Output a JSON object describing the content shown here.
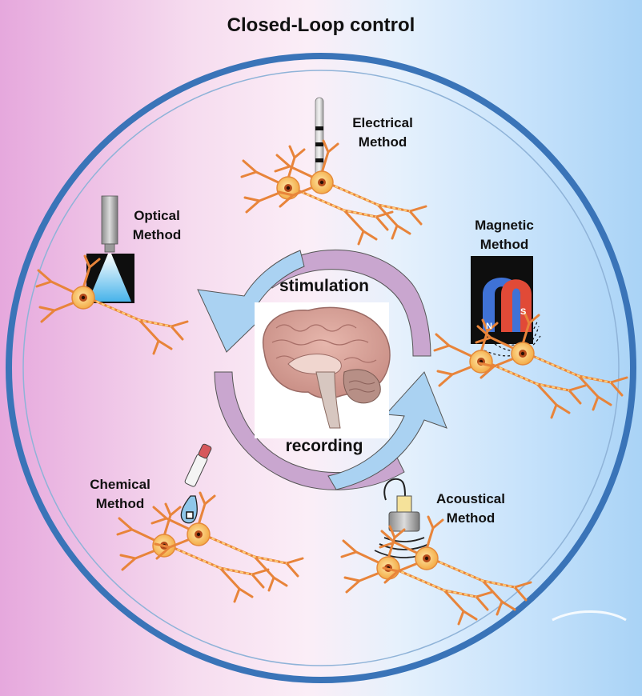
{
  "title": "Closed-Loop control",
  "cycle": {
    "top_label": "stimulation",
    "bottom_label": "recording"
  },
  "methods": {
    "electrical": {
      "line1": "Electrical",
      "line2": "Method"
    },
    "optical": {
      "line1": "Optical",
      "line2": "Method"
    },
    "magnetic": {
      "line1": "Magnetic",
      "line2": "Method",
      "pole_n": "N",
      "pole_s": "S"
    },
    "chemical": {
      "line1": "Chemical",
      "line2": "Method"
    },
    "acoustical": {
      "line1": "Acoustical",
      "line2": "Method"
    }
  },
  "colors": {
    "ring": "#3a74b8",
    "neuron_body": "#f5b74d",
    "neuron_line": "#e8843a",
    "arrow_blue": "#aad2f2",
    "arrow_purple": "#c9a6cf"
  }
}
